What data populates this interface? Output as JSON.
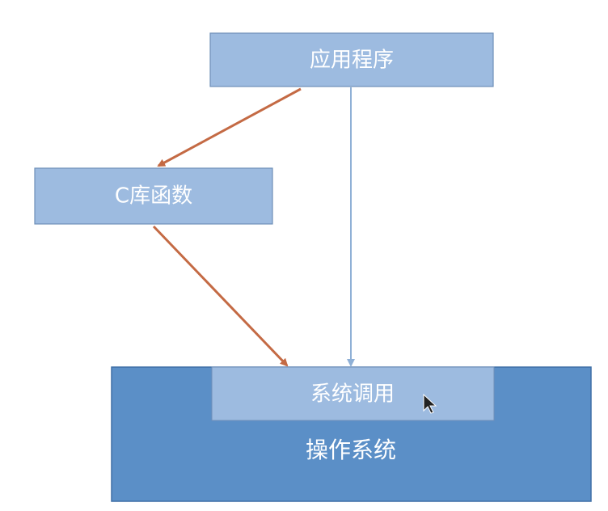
{
  "nodes": {
    "application": {
      "label": "应用程序"
    },
    "c_library": {
      "label": "C库函数"
    },
    "operating_system": {
      "label": "操作系统"
    },
    "system_call": {
      "label": "系统调用"
    }
  },
  "colors": {
    "box_light": "#9dbbe0",
    "box_light_border": "#6f8fb8",
    "os_fill": "#5b8fc7",
    "os_border": "#3f6fa5",
    "arrow_orange": "#c46a44",
    "arrow_blue": "#8fb0d6"
  },
  "icons": {
    "cursor": "mouse-pointer-icon"
  }
}
